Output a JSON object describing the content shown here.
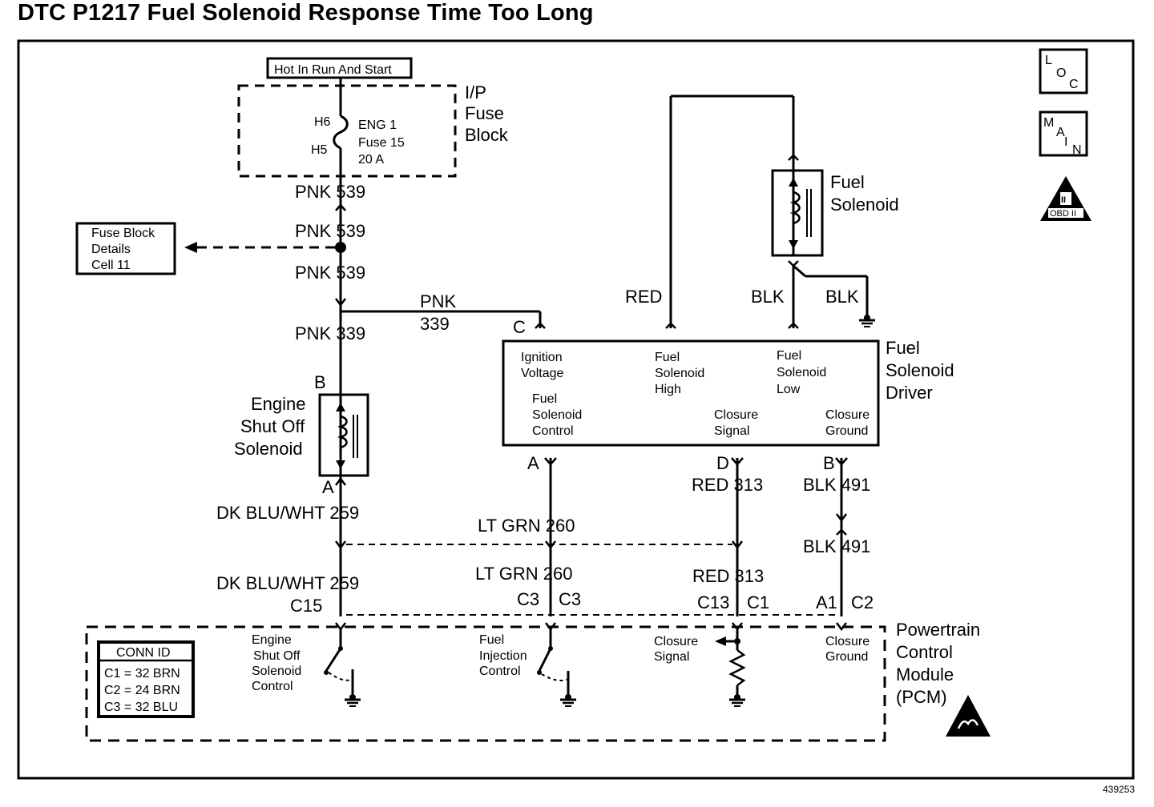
{
  "title": "DTC P1217 Fuel Solenoid Response Time Too Long",
  "drawing_number": "439253",
  "icons": {
    "loc": [
      "L",
      "O",
      "C"
    ],
    "main": [
      "M",
      "A",
      "I",
      "N"
    ],
    "obd": [
      "II",
      "OBD II"
    ]
  },
  "fuse_block": {
    "header": "Hot In Run And Start",
    "name": [
      "I/P",
      "Fuse",
      "Block"
    ],
    "pins": [
      "H6",
      "H5"
    ],
    "fuse": [
      "ENG 1",
      "Fuse 15",
      "20 A"
    ]
  },
  "fuse_block_details": [
    "Fuse Block",
    "Details",
    "Cell 11"
  ],
  "wires": {
    "pnk539_a": "PNK 539",
    "pnk539_b": "PNK 539",
    "pnk539_c": "PNK 539",
    "pnk339_h": [
      "PNK",
      "339"
    ],
    "pnk339_v": "PNK 339",
    "dkbluwht259_a": "DK BLU/WHT 259",
    "dkbluwht259_b": "DK BLU/WHT 259",
    "ltgrn260_a": "LT GRN 260",
    "ltgrn260_b": "LT GRN 260",
    "red313_a": "RED 313",
    "red313_b": "RED 313",
    "blk491_a": "BLK 491",
    "blk491_b": "BLK 491",
    "red": "RED",
    "blk_left": "BLK",
    "blk_right": "BLK"
  },
  "connectors": {
    "b": "B",
    "a": "A",
    "c": "C",
    "a2": "A",
    "d": "D",
    "b2": "B",
    "c15": "C15",
    "c3a": "C3",
    "c3b": "C3",
    "c13": "C13",
    "c1": "C1",
    "a1": "A1",
    "c2": "C2"
  },
  "shutoff_solenoid": [
    "Engine",
    "Shut Off",
    "Solenoid"
  ],
  "fuel_solenoid": [
    "Fuel",
    "Solenoid"
  ],
  "driver": {
    "name": [
      "Fuel",
      "Solenoid",
      "Driver"
    ],
    "ignition": [
      "Ignition",
      "Voltage"
    ],
    "sol_high": [
      "Fuel",
      "Solenoid",
      "High"
    ],
    "sol_low": [
      "Fuel",
      "Solenoid",
      "Low"
    ],
    "sol_control": [
      "Fuel",
      "Solenoid",
      "Control"
    ],
    "closure_signal": [
      "Closure",
      "Signal"
    ],
    "closure_ground": [
      "Closure",
      "Ground"
    ]
  },
  "pcm": {
    "name": [
      "Powertrain",
      "Control",
      "Module",
      "(PCM)"
    ],
    "conn_id": [
      "CONN ID",
      "C1 = 32 BRN",
      "C2 = 24 BRN",
      "C3 = 32 BLU"
    ],
    "eso": [
      "Engine",
      "Shut Off",
      "Solenoid",
      "Control"
    ],
    "fic": [
      "Fuel",
      "Injection",
      "Control"
    ],
    "cs": [
      "Closure",
      "Signal"
    ],
    "cg": [
      "Closure",
      "Ground"
    ]
  }
}
